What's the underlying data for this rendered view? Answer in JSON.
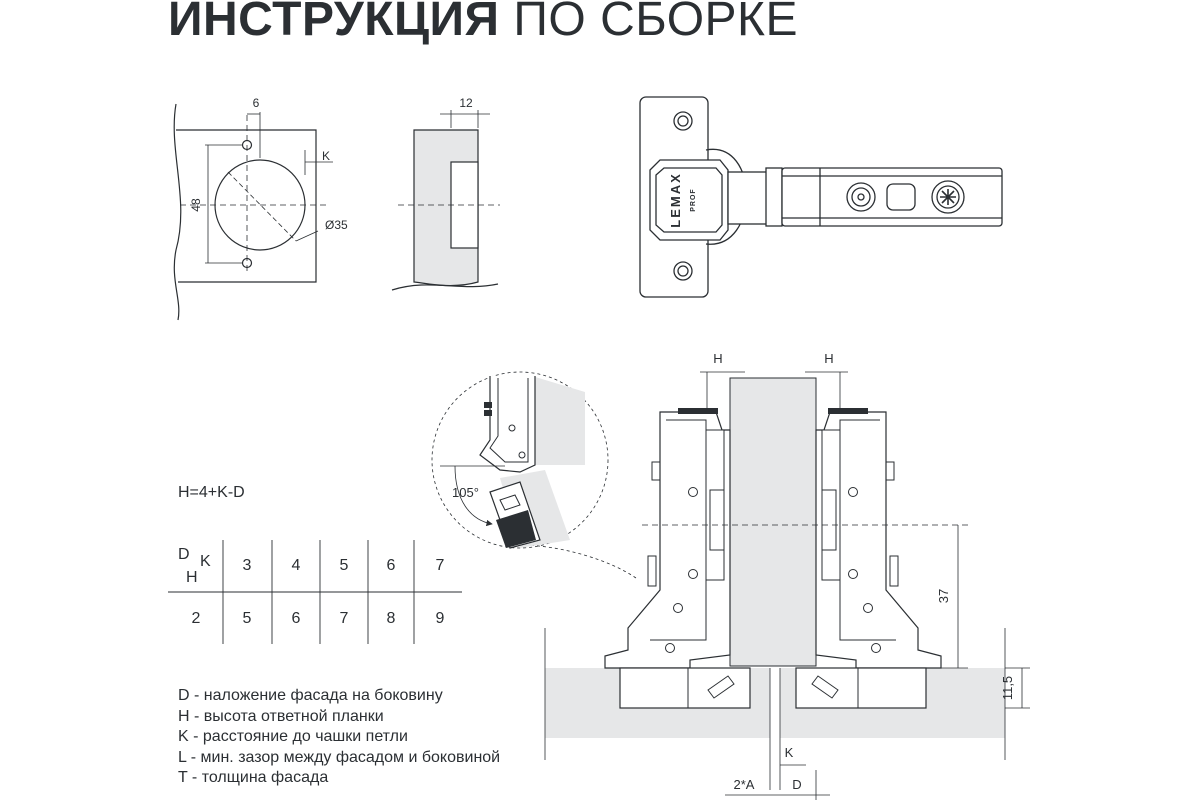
{
  "title": {
    "bold": "ИНСТРУКЦИЯ",
    "light": "ПО СБОРКЕ"
  },
  "dims": {
    "six": "6",
    "k": "K",
    "forty_eight": "48",
    "diameter": "Ø35",
    "twelve": "12",
    "h": "H",
    "angle": "105°",
    "thirty_seven": "37",
    "eleven_five": "11,5",
    "two_a": "2*A",
    "d": "D"
  },
  "brand": {
    "name": "LEMAX",
    "sub": "PROF"
  },
  "formula": "H=4+K-D",
  "table": {
    "corner_d": "D",
    "corner_k": "K",
    "corner_h": "H",
    "k_values": [
      "3",
      "4",
      "5",
      "6",
      "7"
    ],
    "d_value": "2",
    "h_values": [
      "5",
      "6",
      "7",
      "8",
      "9"
    ]
  },
  "legend": [
    "D - наложение фасада на боковину",
    "H - высота ответной планки",
    "K - расстояние до чашки петли",
    "L - мин. зазор между фасадом и боковиной",
    "T - толщина фасада"
  ]
}
